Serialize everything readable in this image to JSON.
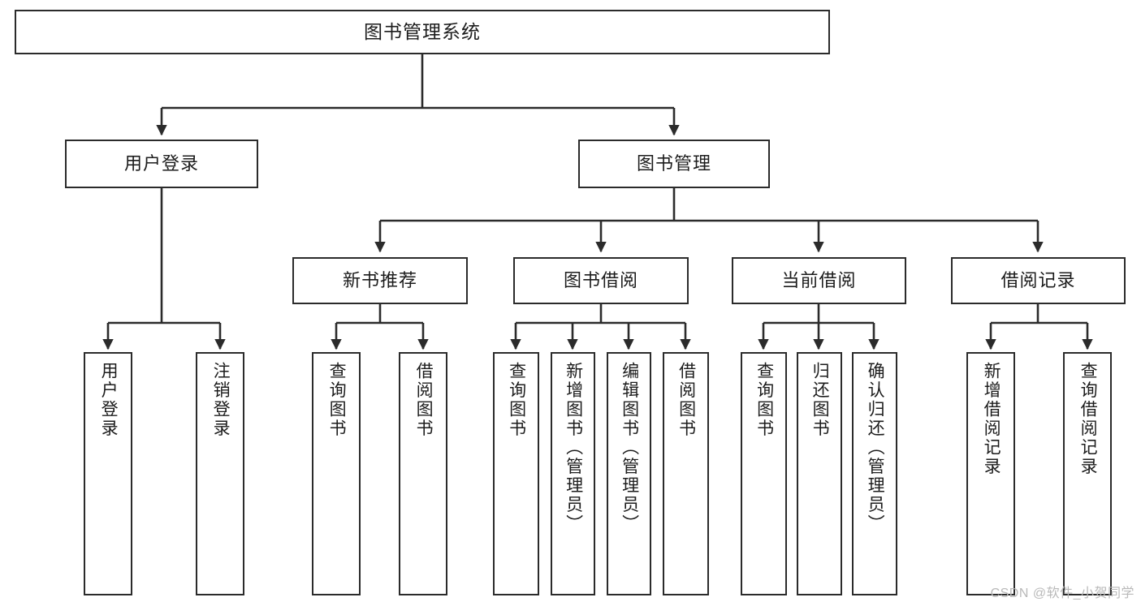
{
  "diagram": {
    "title": "图书管理系统",
    "watermark": "CSDN @软件_小贺同学",
    "colors": {
      "stroke": "#2b2b2b",
      "fill": "#ffffff",
      "text": "#1c1c1c",
      "watermark": "#b9b9b9"
    }
  },
  "nodes": {
    "root": {
      "label": "图书管理系统"
    },
    "level1": [
      {
        "label": "用户登录"
      },
      {
        "label": "图书管理"
      }
    ],
    "level2": [
      {
        "label": "新书推荐"
      },
      {
        "label": "图书借阅"
      },
      {
        "label": "当前借阅"
      },
      {
        "label": "借阅记录"
      }
    ],
    "leaves": [
      {
        "label": "用户登录"
      },
      {
        "label": "注销登录"
      },
      {
        "label": "查询图书"
      },
      {
        "label": "借阅图书"
      },
      {
        "label": "查询图书"
      },
      {
        "label": "新增图书（管理员）"
      },
      {
        "label": "编辑图书（管理员）"
      },
      {
        "label": "借阅图书"
      },
      {
        "label": "查询图书"
      },
      {
        "label": "归还图书"
      },
      {
        "label": "确认归还（管理员）"
      },
      {
        "label": "新增借阅记录"
      },
      {
        "label": "查询借阅记录"
      }
    ]
  },
  "chart_data": {
    "type": "tree",
    "title": "图书管理系统",
    "root": "图书管理系统",
    "edges": [
      [
        "图书管理系统",
        "用户登录"
      ],
      [
        "图书管理系统",
        "图书管理"
      ],
      [
        "用户登录",
        "用户登录"
      ],
      [
        "用户登录",
        "注销登录"
      ],
      [
        "图书管理",
        "新书推荐"
      ],
      [
        "图书管理",
        "图书借阅"
      ],
      [
        "图书管理",
        "当前借阅"
      ],
      [
        "图书管理",
        "借阅记录"
      ],
      [
        "新书推荐",
        "查询图书"
      ],
      [
        "新书推荐",
        "借阅图书"
      ],
      [
        "图书借阅",
        "查询图书"
      ],
      [
        "图书借阅",
        "新增图书（管理员）"
      ],
      [
        "图书借阅",
        "编辑图书（管理员）"
      ],
      [
        "图书借阅",
        "借阅图书"
      ],
      [
        "当前借阅",
        "查询图书"
      ],
      [
        "当前借阅",
        "归还图书"
      ],
      [
        "当前借阅",
        "确认归还（管理员）"
      ],
      [
        "借阅记录",
        "新增借阅记录"
      ],
      [
        "借阅记录",
        "查询借阅记录"
      ]
    ],
    "levels": 4,
    "orientation": "top-down",
    "leaf_text_orientation": "vertical"
  }
}
